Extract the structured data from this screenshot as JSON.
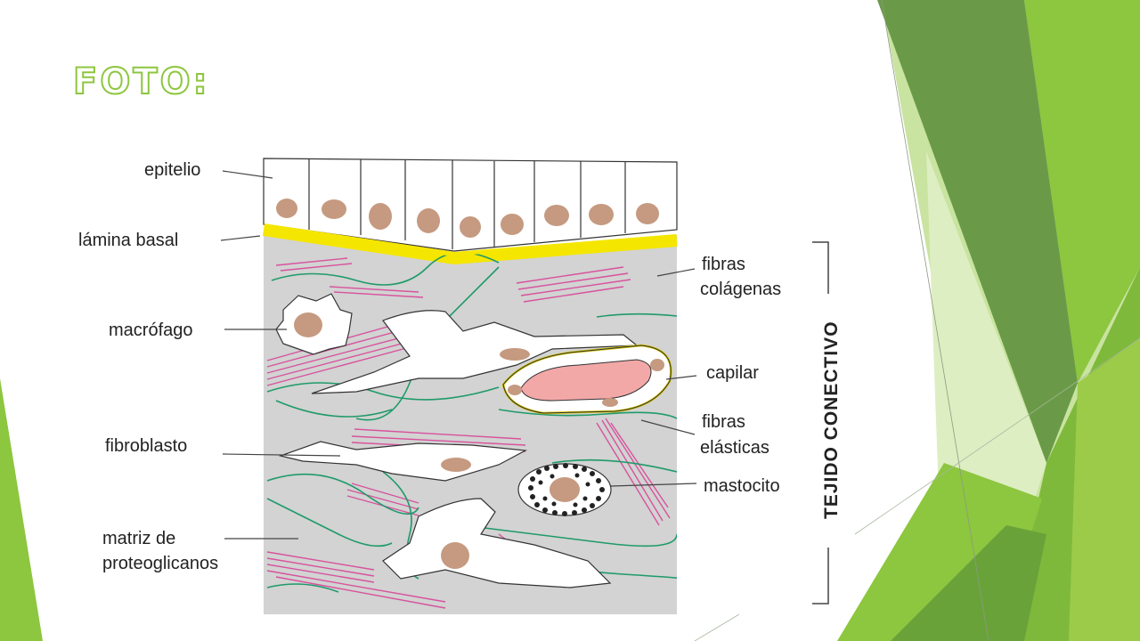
{
  "slide": {
    "title": "FOTO:"
  },
  "diagram": {
    "labels": {
      "epitelio": "epitelio",
      "lamina_basal": "lámina basal",
      "macrofago": "macrófago",
      "fibroblasto": "fibroblasto",
      "matriz_line1": "matriz de",
      "matriz_line2": "proteoglicanos",
      "fibras_colagenas_line1": "fibras",
      "fibras_colagenas_line2": "colágenas",
      "capilar": "capilar",
      "fibras_elasticas_line1": "fibras",
      "fibras_elasticas_line2": "elásticas",
      "mastocito": "mastocito",
      "tejido_conectivo": "TEJIDO CONECTIVO"
    }
  },
  "colors": {
    "accent_green": "#8dc63f",
    "dark_green": "#6a9a48",
    "matrix_gray": "#d2d3d2",
    "basal_yellow": "#f5e600",
    "collagen_pink": "#d8529e",
    "elastic_green": "#1f9a6a",
    "nucleus_brown": "#c59a80",
    "capillary_pink": "#f3a8a8"
  }
}
